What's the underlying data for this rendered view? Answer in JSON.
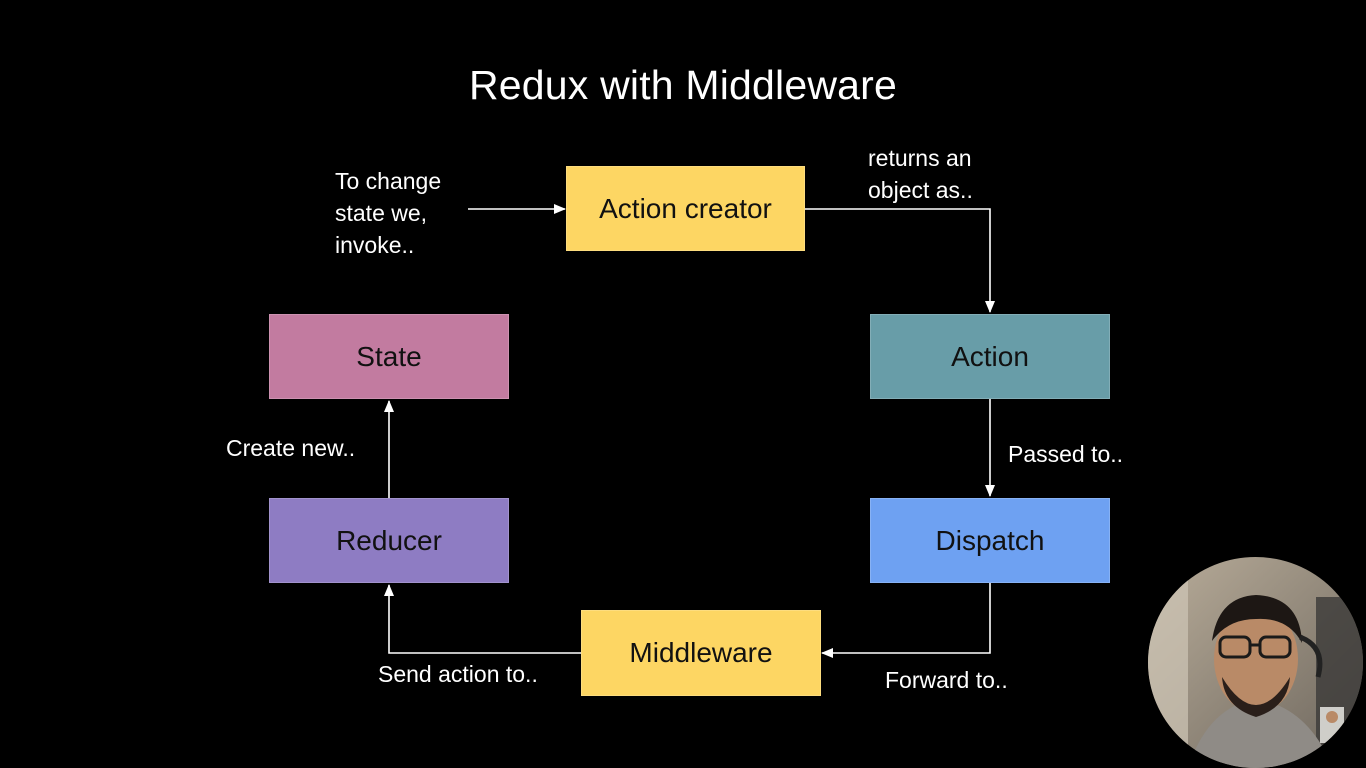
{
  "title": "Redux with Middleware",
  "nodes": {
    "action_creator": {
      "label": "Action creator",
      "color": "#fdd663"
    },
    "action": {
      "label": "Action",
      "color": "#689da8"
    },
    "dispatch": {
      "label": "Dispatch",
      "color": "#6ea1f2"
    },
    "middleware": {
      "label": "Middleware",
      "color": "#fdd663"
    },
    "reducer": {
      "label": "Reducer",
      "color": "#8e7cc3"
    },
    "state": {
      "label": "State",
      "color": "#c27ba0"
    }
  },
  "edges": {
    "to_change": [
      "To change",
      "state we,",
      "invoke.."
    ],
    "returns": [
      "returns an",
      "object as.."
    ],
    "passed_to": "Passed to..",
    "forward_to": "Forward to..",
    "send_action_to": "Send action to..",
    "create_new": "Create new.."
  }
}
